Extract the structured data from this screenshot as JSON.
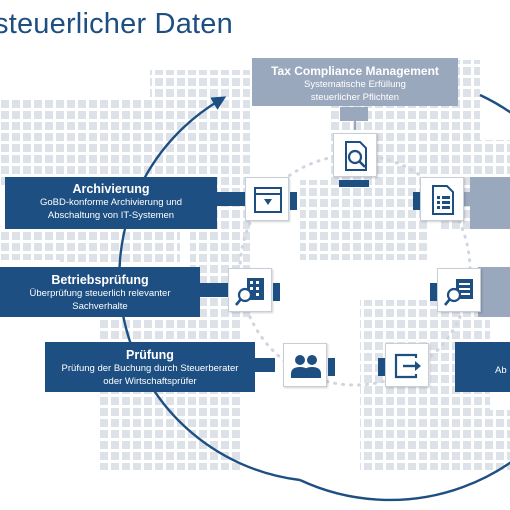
{
  "title": "steuerlicher Daten",
  "colors": {
    "dark_blue": "#1d4f82",
    "grey_blue": "#9aa8bd",
    "map_dots": "#d9dee6"
  },
  "boxes": {
    "tax_compliance": {
      "heading": "Tax Compliance Management",
      "sub": "Systematische Erfüllung steuerlicher Pflichten"
    },
    "archivierung": {
      "heading": "Archivierung",
      "sub": "GoBD-konforme Archivierung und Abschaltung von IT-Systemen"
    },
    "betriebspruefung": {
      "heading": "Betriebsprüfung",
      "sub": "Überprüfung steuerlich relevanter Sachverhalte"
    },
    "pruefung": {
      "heading": "Prüfung",
      "sub": "Prüfung der Buchung durch Steuerberater oder Wirtschaftsprüfer"
    },
    "right_partial": {
      "sub": "Ab"
    }
  },
  "icons": [
    "document-search-icon",
    "archive-box-icon",
    "building-search-icon",
    "people-icon",
    "export-icon",
    "list-document-icon",
    "document-magnify-icon"
  ]
}
